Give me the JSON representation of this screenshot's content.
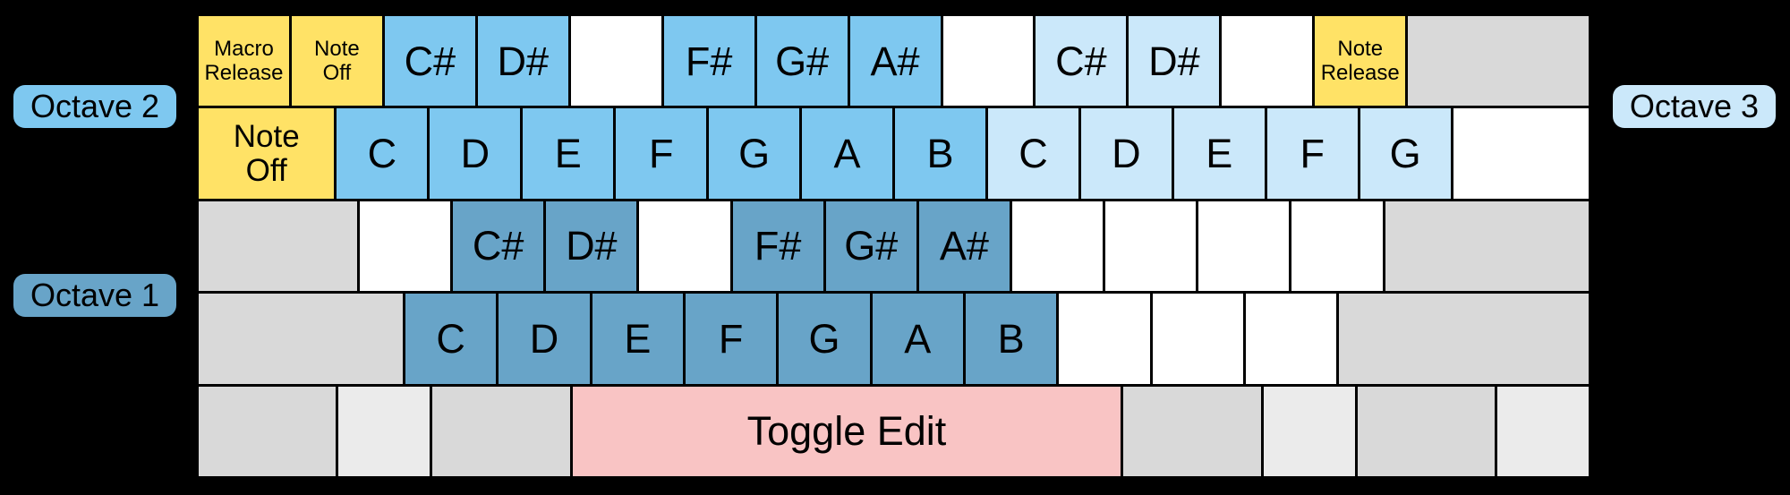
{
  "diagram": {
    "background": "#000000"
  },
  "colors": {
    "yellow": "#FFE266",
    "octave1": "#68A4C8",
    "octave2": "#7EC8F0",
    "octave3": "#CBE8FA",
    "pink": "#F9C4C4",
    "gray": "#D9D9D9",
    "grayLight": "#EBEBEB",
    "white": "#FFFFFF"
  },
  "octave_labels": {
    "octave1": {
      "text": "Octave 1",
      "color": "octave1"
    },
    "octave2": {
      "text": "Octave 2",
      "color": "octave2"
    },
    "octave3": {
      "text": "Octave 3",
      "color": "octave3"
    }
  },
  "keyboard": {
    "rows": [
      {
        "name": "number-row",
        "keys": [
          {
            "name": "key-macro-release",
            "label": "Macro\nRelease",
            "color": "yellow",
            "units": 1,
            "size": "sm"
          },
          {
            "name": "key-note-off-upper",
            "label": "Note\nOff",
            "color": "yellow",
            "units": 1,
            "size": "sm"
          },
          {
            "name": "key-c-sharp-octave2",
            "label": "C#",
            "color": "octave2",
            "units": 1,
            "size": "lg"
          },
          {
            "name": "key-d-sharp-octave2",
            "label": "D#",
            "color": "octave2",
            "units": 1,
            "size": "lg"
          },
          {
            "name": "key-unassigned",
            "label": "",
            "color": "white",
            "units": 1,
            "size": "lg"
          },
          {
            "name": "key-f-sharp-octave2",
            "label": "F#",
            "color": "octave2",
            "units": 1,
            "size": "lg"
          },
          {
            "name": "key-g-sharp-octave2",
            "label": "G#",
            "color": "octave2",
            "units": 1,
            "size": "lg"
          },
          {
            "name": "key-a-sharp-octave2",
            "label": "A#",
            "color": "octave2",
            "units": 1,
            "size": "lg"
          },
          {
            "name": "key-unassigned",
            "label": "",
            "color": "white",
            "units": 1,
            "size": "lg"
          },
          {
            "name": "key-c-sharp-octave3",
            "label": "C#",
            "color": "octave3",
            "units": 1,
            "size": "lg"
          },
          {
            "name": "key-d-sharp-octave3",
            "label": "D#",
            "color": "octave3",
            "units": 1,
            "size": "lg"
          },
          {
            "name": "key-unassigned",
            "label": "",
            "color": "white",
            "units": 1,
            "size": "lg"
          },
          {
            "name": "key-note-release",
            "label": "Note\nRelease",
            "color": "yellow",
            "units": 1,
            "size": "sm"
          },
          {
            "name": "key-unassigned",
            "label": "",
            "color": "gray",
            "units": 2,
            "size": "lg"
          }
        ]
      },
      {
        "name": "upper-letter-row",
        "keys": [
          {
            "name": "key-note-off",
            "label": "Note\nOff",
            "color": "yellow",
            "units": 1.5,
            "size": "md"
          },
          {
            "name": "key-c-octave2",
            "label": "C",
            "color": "octave2",
            "units": 1,
            "size": "lg"
          },
          {
            "name": "key-d-octave2",
            "label": "D",
            "color": "octave2",
            "units": 1,
            "size": "lg"
          },
          {
            "name": "key-e-octave2",
            "label": "E",
            "color": "octave2",
            "units": 1,
            "size": "lg"
          },
          {
            "name": "key-f-octave2",
            "label": "F",
            "color": "octave2",
            "units": 1,
            "size": "lg"
          },
          {
            "name": "key-g-octave2",
            "label": "G",
            "color": "octave2",
            "units": 1,
            "size": "lg"
          },
          {
            "name": "key-a-octave2",
            "label": "A",
            "color": "octave2",
            "units": 1,
            "size": "lg"
          },
          {
            "name": "key-b-octave2",
            "label": "B",
            "color": "octave2",
            "units": 1,
            "size": "lg"
          },
          {
            "name": "key-c-octave3",
            "label": "C",
            "color": "octave3",
            "units": 1,
            "size": "lg"
          },
          {
            "name": "key-d-octave3",
            "label": "D",
            "color": "octave3",
            "units": 1,
            "size": "lg"
          },
          {
            "name": "key-e-octave3",
            "label": "E",
            "color": "octave3",
            "units": 1,
            "size": "lg"
          },
          {
            "name": "key-f-octave3",
            "label": "F",
            "color": "octave3",
            "units": 1,
            "size": "lg"
          },
          {
            "name": "key-g-octave3",
            "label": "G",
            "color": "octave3",
            "units": 1,
            "size": "lg"
          },
          {
            "name": "key-unassigned",
            "label": "",
            "color": "white",
            "units": 1.5,
            "size": "lg"
          }
        ]
      },
      {
        "name": "home-row",
        "keys": [
          {
            "name": "key-unassigned",
            "label": "",
            "color": "gray",
            "units": 1.75,
            "size": "lg"
          },
          {
            "name": "key-unassigned",
            "label": "",
            "color": "white",
            "units": 1,
            "size": "lg"
          },
          {
            "name": "key-c-sharp-octave1",
            "label": "C#",
            "color": "octave1",
            "units": 1,
            "size": "lg"
          },
          {
            "name": "key-d-sharp-octave1",
            "label": "D#",
            "color": "octave1",
            "units": 1,
            "size": "lg"
          },
          {
            "name": "key-unassigned",
            "label": "",
            "color": "white",
            "units": 1,
            "size": "lg"
          },
          {
            "name": "key-f-sharp-octave1",
            "label": "F#",
            "color": "octave1",
            "units": 1,
            "size": "lg"
          },
          {
            "name": "key-g-sharp-octave1",
            "label": "G#",
            "color": "octave1",
            "units": 1,
            "size": "lg"
          },
          {
            "name": "key-a-sharp-octave1",
            "label": "A#",
            "color": "octave1",
            "units": 1,
            "size": "lg"
          },
          {
            "name": "key-unassigned",
            "label": "",
            "color": "white",
            "units": 1,
            "size": "lg"
          },
          {
            "name": "key-unassigned",
            "label": "",
            "color": "white",
            "units": 1,
            "size": "lg"
          },
          {
            "name": "key-unassigned",
            "label": "",
            "color": "white",
            "units": 1,
            "size": "lg"
          },
          {
            "name": "key-unassigned",
            "label": "",
            "color": "white",
            "units": 1,
            "size": "lg"
          },
          {
            "name": "key-unassigned",
            "label": "",
            "color": "gray",
            "units": 2.25,
            "size": "lg"
          }
        ]
      },
      {
        "name": "lower-letter-row",
        "keys": [
          {
            "name": "key-unassigned",
            "label": "",
            "color": "gray",
            "units": 2.25,
            "size": "lg"
          },
          {
            "name": "key-c-octave1",
            "label": "C",
            "color": "octave1",
            "units": 1,
            "size": "lg"
          },
          {
            "name": "key-d-octave1",
            "label": "D",
            "color": "octave1",
            "units": 1,
            "size": "lg"
          },
          {
            "name": "key-e-octave1",
            "label": "E",
            "color": "octave1",
            "units": 1,
            "size": "lg"
          },
          {
            "name": "key-f-octave1",
            "label": "F",
            "color": "octave1",
            "units": 1,
            "size": "lg"
          },
          {
            "name": "key-g-octave1",
            "label": "G",
            "color": "octave1",
            "units": 1,
            "size": "lg"
          },
          {
            "name": "key-a-octave1",
            "label": "A",
            "color": "octave1",
            "units": 1,
            "size": "lg"
          },
          {
            "name": "key-b-octave1",
            "label": "B",
            "color": "octave1",
            "units": 1,
            "size": "lg"
          },
          {
            "name": "key-unassigned",
            "label": "",
            "color": "white",
            "units": 1,
            "size": "lg"
          },
          {
            "name": "key-unassigned",
            "label": "",
            "color": "white",
            "units": 1,
            "size": "lg"
          },
          {
            "name": "key-unassigned",
            "label": "",
            "color": "white",
            "units": 1,
            "size": "lg"
          },
          {
            "name": "key-unassigned",
            "label": "",
            "color": "gray",
            "units": 2.75,
            "size": "lg"
          }
        ]
      },
      {
        "name": "space-row",
        "keys": [
          {
            "name": "key-unassigned",
            "label": "",
            "color": "gray",
            "units": 1.5,
            "size": "lg"
          },
          {
            "name": "key-unassigned",
            "label": "",
            "color": "grayLight",
            "units": 1,
            "size": "lg"
          },
          {
            "name": "key-unassigned",
            "label": "",
            "color": "gray",
            "units": 1.5,
            "size": "lg"
          },
          {
            "name": "key-toggle-edit",
            "label": "Toggle Edit",
            "color": "pink",
            "units": 6,
            "size": "lg"
          },
          {
            "name": "key-unassigned",
            "label": "",
            "color": "gray",
            "units": 1.5,
            "size": "lg"
          },
          {
            "name": "key-unassigned",
            "label": "",
            "color": "grayLight",
            "units": 1,
            "size": "lg"
          },
          {
            "name": "key-unassigned",
            "label": "",
            "color": "gray",
            "units": 1.5,
            "size": "lg"
          },
          {
            "name": "key-unassigned",
            "label": "",
            "color": "grayLight",
            "units": 1,
            "size": "lg"
          }
        ]
      }
    ]
  }
}
